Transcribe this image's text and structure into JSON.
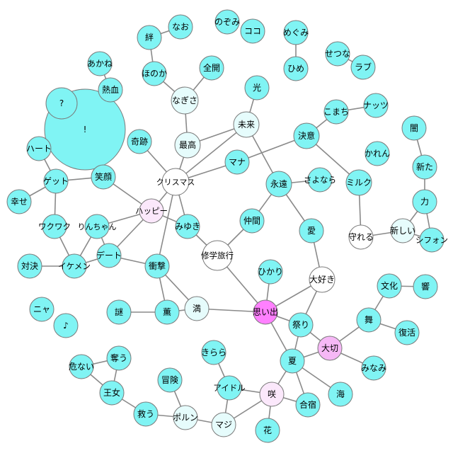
{
  "colors": {
    "cyan": "#80f4f4",
    "pale": "#e6fcfc",
    "white": "#ffffff",
    "magenta": "#ff80ff",
    "pink": "#f6b8f6",
    "lightpink": "#fbe8fb",
    "edge": "#8a8a8a"
  },
  "nodes": [
    {
      "id": "bang",
      "label": "!",
      "color": "cyan"
    },
    {
      "id": "q",
      "label": "?",
      "color": "cyan"
    },
    {
      "id": "akane",
      "label": "あかね",
      "color": "cyan"
    },
    {
      "id": "nekketsu",
      "label": "熱血",
      "color": "cyan"
    },
    {
      "id": "kizuna",
      "label": "絆",
      "color": "cyan"
    },
    {
      "id": "nao",
      "label": "なお",
      "color": "cyan"
    },
    {
      "id": "honoka",
      "label": "ほのか",
      "color": "cyan"
    },
    {
      "id": "nagisa",
      "label": "なぎさ",
      "color": "pale"
    },
    {
      "id": "zenkai",
      "label": "全開",
      "color": "cyan"
    },
    {
      "id": "nozomi",
      "label": "のぞみ",
      "color": "cyan"
    },
    {
      "id": "koko",
      "label": "ココ",
      "color": "cyan"
    },
    {
      "id": "megumi",
      "label": "めぐみ",
      "color": "cyan"
    },
    {
      "id": "hime",
      "label": "ひめ",
      "color": "cyan"
    },
    {
      "id": "setsuna",
      "label": "せつな",
      "color": "cyan"
    },
    {
      "id": "love",
      "label": "ラブ",
      "color": "cyan"
    },
    {
      "id": "hikari",
      "label": "光",
      "color": "cyan"
    },
    {
      "id": "mirai",
      "label": "未来",
      "color": "pale"
    },
    {
      "id": "komachi",
      "label": "こまち",
      "color": "cyan"
    },
    {
      "id": "nuts",
      "label": "ナッツ",
      "color": "cyan"
    },
    {
      "id": "kiseki",
      "label": "奇跡",
      "color": "cyan"
    },
    {
      "id": "saikou",
      "label": "最高",
      "color": "pale"
    },
    {
      "id": "ketsui",
      "label": "決意",
      "color": "cyan"
    },
    {
      "id": "yami",
      "label": "闇",
      "color": "cyan"
    },
    {
      "id": "heart",
      "label": "ハート",
      "color": "cyan"
    },
    {
      "id": "karen",
      "label": "かれん",
      "color": "cyan"
    },
    {
      "id": "arata",
      "label": "新た",
      "color": "cyan"
    },
    {
      "id": "mana",
      "label": "マナ",
      "color": "cyan"
    },
    {
      "id": "get",
      "label": "ゲット",
      "color": "cyan"
    },
    {
      "id": "egao",
      "label": "笑顔",
      "color": "cyan"
    },
    {
      "id": "christmas",
      "label": "クリスマス",
      "color": "white"
    },
    {
      "id": "eien",
      "label": "永遠",
      "color": "cyan"
    },
    {
      "id": "sayonara",
      "label": "さよなら",
      "color": "cyan"
    },
    {
      "id": "milk",
      "label": "ミルク",
      "color": "cyan"
    },
    {
      "id": "shiawase",
      "label": "幸せ",
      "color": "cyan"
    },
    {
      "id": "chikara",
      "label": "力",
      "color": "cyan"
    },
    {
      "id": "happy",
      "label": "ハッピー",
      "color": "lightpink"
    },
    {
      "id": "wakuwaku",
      "label": "ワクワク",
      "color": "cyan"
    },
    {
      "id": "rinchan",
      "label": "りんちゃん",
      "color": "cyan"
    },
    {
      "id": "miyuki",
      "label": "みゆき",
      "color": "cyan"
    },
    {
      "id": "nakama",
      "label": "仲間",
      "color": "cyan"
    },
    {
      "id": "ai",
      "label": "愛",
      "color": "cyan"
    },
    {
      "id": "mamoreru",
      "label": "守れる",
      "color": "white"
    },
    {
      "id": "atarashii",
      "label": "新しい",
      "color": "pale"
    },
    {
      "id": "chiffon",
      "label": "シフォン",
      "color": "cyan"
    },
    {
      "id": "date",
      "label": "デート",
      "color": "cyan"
    },
    {
      "id": "shugaku",
      "label": "修学旅行",
      "color": "white"
    },
    {
      "id": "taiketsu",
      "label": "対決",
      "color": "cyan"
    },
    {
      "id": "ikemen",
      "label": "イケメン",
      "color": "cyan"
    },
    {
      "id": "shougeki",
      "label": "衝撃",
      "color": "cyan"
    },
    {
      "id": "hikari2",
      "label": "ひかり",
      "color": "cyan"
    },
    {
      "id": "daisuki",
      "label": "大好き",
      "color": "white"
    },
    {
      "id": "bunka",
      "label": "文化",
      "color": "cyan"
    },
    {
      "id": "hibiki",
      "label": "響",
      "color": "cyan"
    },
    {
      "id": "nya",
      "label": "ニャ",
      "color": "cyan"
    },
    {
      "id": "note",
      "label": "♪",
      "color": "cyan"
    },
    {
      "id": "nazo",
      "label": "謎",
      "color": "cyan"
    },
    {
      "id": "kaoru",
      "label": "薫",
      "color": "cyan"
    },
    {
      "id": "man",
      "label": "満",
      "color": "pale"
    },
    {
      "id": "omoide",
      "label": "思い出",
      "color": "magenta"
    },
    {
      "id": "matsuri",
      "label": "祭り",
      "color": "cyan"
    },
    {
      "id": "mai",
      "label": "舞",
      "color": "cyan"
    },
    {
      "id": "fukkatsu",
      "label": "復活",
      "color": "cyan"
    },
    {
      "id": "taisetsu",
      "label": "大切",
      "color": "pink"
    },
    {
      "id": "kiken",
      "label": "危ない",
      "color": "cyan"
    },
    {
      "id": "ubau",
      "label": "奪う",
      "color": "cyan"
    },
    {
      "id": "kirara",
      "label": "きらら",
      "color": "cyan"
    },
    {
      "id": "natsu",
      "label": "夏",
      "color": "cyan"
    },
    {
      "id": "minami",
      "label": "みなみ",
      "color": "cyan"
    },
    {
      "id": "bouken",
      "label": "冒険",
      "color": "cyan"
    },
    {
      "id": "idol",
      "label": "アイドル",
      "color": "cyan"
    },
    {
      "id": "saku",
      "label": "咲",
      "color": "lightpink"
    },
    {
      "id": "umi",
      "label": "海",
      "color": "cyan"
    },
    {
      "id": "oujo",
      "label": "王女",
      "color": "cyan"
    },
    {
      "id": "gasshuku",
      "label": "合宿",
      "color": "cyan"
    },
    {
      "id": "sukuu",
      "label": "救う",
      "color": "cyan"
    },
    {
      "id": "pollun",
      "label": "ポルン",
      "color": "pale"
    },
    {
      "id": "maji",
      "label": "マジ",
      "color": "pale"
    },
    {
      "id": "hana",
      "label": "花",
      "color": "cyan"
    }
  ],
  "edges": [
    [
      "akane",
      "nekketsu"
    ],
    [
      "nao",
      "kizuna"
    ],
    [
      "kizuna",
      "honoka"
    ],
    [
      "honoka",
      "nagisa"
    ],
    [
      "nagisa",
      "zenkai"
    ],
    [
      "nagisa",
      "saikou"
    ],
    [
      "saikou",
      "mirai"
    ],
    [
      "saikou",
      "christmas"
    ],
    [
      "mirai",
      "hikari"
    ],
    [
      "mirai",
      "eien"
    ],
    [
      "mirai",
      "christmas"
    ],
    [
      "megumi",
      "hime"
    ],
    [
      "setsuna",
      "love"
    ],
    [
      "komachi",
      "nuts"
    ],
    [
      "komachi",
      "ketsui"
    ],
    [
      "ketsui",
      "mana"
    ],
    [
      "ketsui",
      "milk"
    ],
    [
      "mana",
      "christmas"
    ],
    [
      "kiseki",
      "christmas"
    ],
    [
      "christmas",
      "happy"
    ],
    [
      "christmas",
      "shougeki"
    ],
    [
      "christmas",
      "miyuki"
    ],
    [
      "heart",
      "get"
    ],
    [
      "get",
      "shiawase"
    ],
    [
      "get",
      "egao"
    ],
    [
      "get",
      "wakuwaku"
    ],
    [
      "egao",
      "happy"
    ],
    [
      "wakuwaku",
      "ikemen"
    ],
    [
      "ikemen",
      "taiketsu"
    ],
    [
      "ikemen",
      "date"
    ],
    [
      "ikemen",
      "rinchan"
    ],
    [
      "date",
      "rinchan"
    ],
    [
      "date",
      "happy"
    ],
    [
      "date",
      "shougeki"
    ],
    [
      "happy",
      "rinchan"
    ],
    [
      "happy",
      "miyuki"
    ],
    [
      "miyuki",
      "shugaku"
    ],
    [
      "shugaku",
      "nakama"
    ],
    [
      "shugaku",
      "omoide"
    ],
    [
      "eien",
      "nakama"
    ],
    [
      "eien",
      "sayonara"
    ],
    [
      "eien",
      "ai"
    ],
    [
      "ai",
      "daisuki"
    ],
    [
      "milk",
      "mamoreru"
    ],
    [
      "mamoreru",
      "atarashii"
    ],
    [
      "atarashii",
      "chikara"
    ],
    [
      "atarashii",
      "chiffon"
    ],
    [
      "chikara",
      "chiffon"
    ],
    [
      "chikara",
      "arata"
    ],
    [
      "arata",
      "yami"
    ],
    [
      "shougeki",
      "kaoru"
    ],
    [
      "shougeki",
      "man"
    ],
    [
      "nazo",
      "kaoru"
    ],
    [
      "kaoru",
      "man"
    ],
    [
      "man",
      "omoide"
    ],
    [
      "hikari2",
      "omoide"
    ],
    [
      "omoide",
      "daisuki"
    ],
    [
      "omoide",
      "matsuri"
    ],
    [
      "omoide",
      "natsu"
    ],
    [
      "daisuki",
      "matsuri"
    ],
    [
      "matsuri",
      "natsu"
    ],
    [
      "matsuri",
      "taisetsu"
    ],
    [
      "bunka",
      "hibiki"
    ],
    [
      "bunka",
      "mai"
    ],
    [
      "mai",
      "fukkatsu"
    ],
    [
      "mai",
      "taisetsu"
    ],
    [
      "taisetsu",
      "natsu"
    ],
    [
      "taisetsu",
      "minami"
    ],
    [
      "natsu",
      "umi"
    ],
    [
      "natsu",
      "gasshuku"
    ],
    [
      "natsu",
      "saku"
    ],
    [
      "saku",
      "gasshuku"
    ],
    [
      "saku",
      "idol"
    ],
    [
      "saku",
      "hana"
    ],
    [
      "saku",
      "maji"
    ],
    [
      "kirara",
      "idol"
    ],
    [
      "idol",
      "maji"
    ],
    [
      "maji",
      "pollun"
    ],
    [
      "pollun",
      "bouken"
    ],
    [
      "pollun",
      "sukuu"
    ],
    [
      "sukuu",
      "oujo"
    ],
    [
      "oujo",
      "kiken"
    ],
    [
      "oujo",
      "ubau"
    ],
    [
      "kiken",
      "ubau"
    ]
  ]
}
